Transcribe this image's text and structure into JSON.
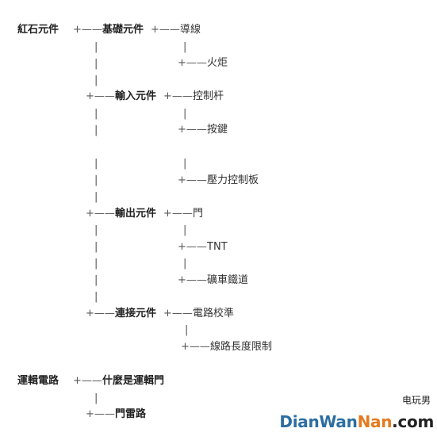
{
  "tree1": {
    "root": "紅石元件",
    "b1": "基礎元件",
    "b1_leaf1": "導線",
    "b1_leaf2": "火炬",
    "b2": "輸入元件",
    "b2_leaf1": "控制杆",
    "b2_leaf2": "按鍵",
    "b2_leaf3": "壓力控制板",
    "b3": "輸出元件",
    "b3_leaf1": "門",
    "b3_leaf2": "TNT",
    "b3_leaf3": "礦車鐵道",
    "b4": "連接元件",
    "b4_leaf1": "電路校準",
    "b4_leaf2": "線路長度限制"
  },
  "tree2": {
    "root": "運輯電路",
    "b1": "什麼是運輯門",
    "b2": "門雷路"
  },
  "connectors": {
    "branch": "+——",
    "vbar": "|"
  },
  "watermark": {
    "cn": "电玩男",
    "en_part1": "DianWan",
    "en_part2": "Nan",
    "en_part3": ".com"
  }
}
